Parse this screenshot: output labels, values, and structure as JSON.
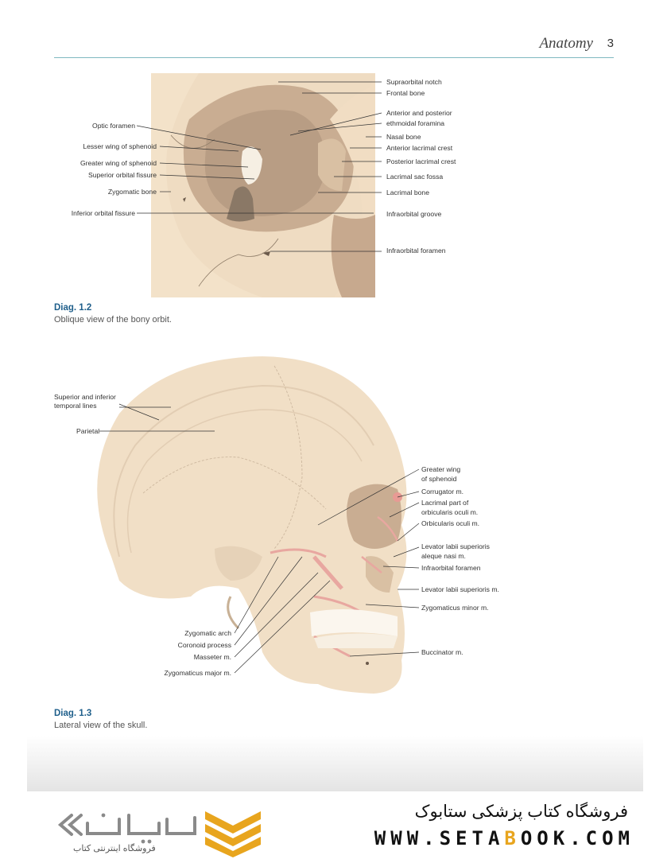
{
  "header": {
    "title": "Anatomy",
    "page_number": "3"
  },
  "diagram_1": {
    "caption_title": "Diag. 1.2",
    "caption_text": "Oblique view of the bony orbit.",
    "left_labels": [
      "Optic foramen",
      "Lesser wing of sphenoid",
      "Greater wing of sphenoid",
      "Superior orbital fissure",
      "Zygomatic bone",
      "Inferior orbital fissure"
    ],
    "right_labels": [
      "Supraorbital notch",
      "Frontal bone",
      "Anterior and posterior",
      "ethmoidal foramina",
      "Nasal bone",
      "Anterior lacrimal crest",
      "Posterior lacrimal crest",
      "Lacrimal sac fossa",
      "Lacrimal bone",
      "Infraorbital groove",
      "Infraorbital foramen"
    ]
  },
  "diagram_2": {
    "caption_title": "Diag. 1.3",
    "caption_text": "Lateral view of the skull.",
    "left_labels": [
      "Superior and inferior",
      "temporal lines",
      "Parietal",
      "Zygomatic arch",
      "Coronoid process",
      "Masseter m.",
      "Zygomaticus major m."
    ],
    "right_labels": [
      "Greater wing",
      "of sphenoid",
      "Corrugator m.",
      "Lacrimal part of",
      "orbicularis oculi m.",
      "Orbicularis oculi m.",
      "Levator labii superioris",
      "aleque nasi m.",
      "Infraorbital foramen",
      "Levator labii superioris m.",
      "Zygomaticus minor m.",
      "Buccinator m."
    ]
  },
  "footer": {
    "shop_name": "فروشگاه کتاب پزشکی ستابوک",
    "url_prefix": "WWW.SETA",
    "url_highlight": "B",
    "url_suffix": "OOK.COM",
    "brand_sub": "فروشگاه اینترنتی کتاب",
    "brand_color": "#e8a51e"
  }
}
